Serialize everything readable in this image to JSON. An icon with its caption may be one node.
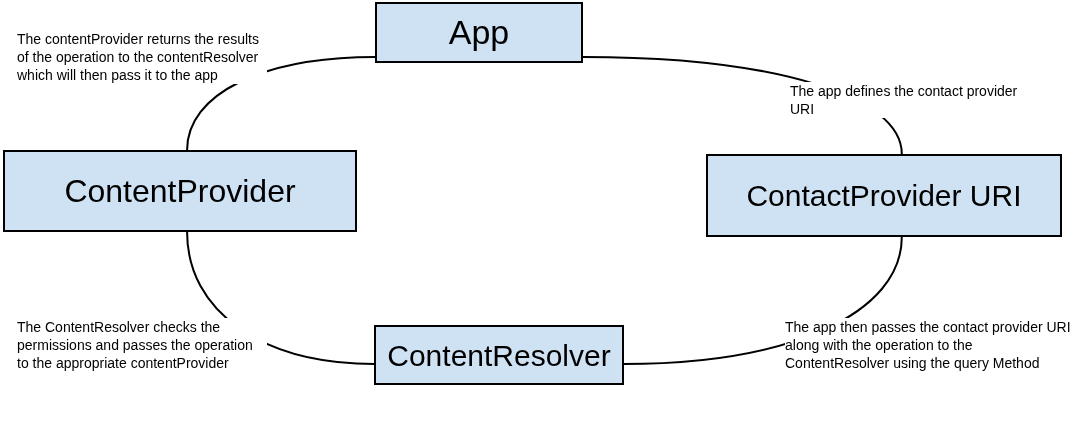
{
  "diagram": {
    "nodes": [
      {
        "text": [
          "App"
        ]
      },
      {
        "text": [
          "ContentProvider"
        ]
      },
      {
        "text": [
          "ContactProvider URI"
        ]
      },
      {
        "text": [
          "ContentResolver"
        ]
      }
    ],
    "edges": [
      {
        "from": 0,
        "to": 2,
        "arrow": "none"
      },
      {
        "from": 2,
        "to": 3,
        "arrow": "none"
      },
      {
        "from": 3,
        "to": 1,
        "arrow": "none"
      },
      {
        "from": 1,
        "to": 0,
        "arrow": "none"
      }
    ],
    "labels": [
      "The contentProvider returns the results of the operation to the contentResolver which will then pass it to the app",
      "The app defines the contact provider URI",
      "The ContentResolver checks the permissions and passes the operation to the appropriate contentProvider",
      "The app then passes the contact provider URI along with the operation to the ContentResolver using the query Method"
    ]
  }
}
